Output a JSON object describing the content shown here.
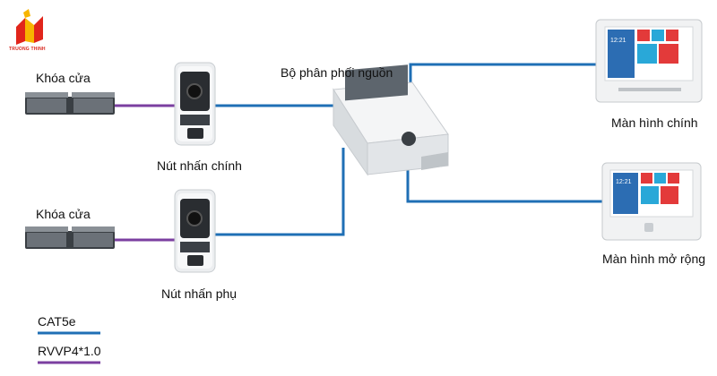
{
  "logo": {
    "text": "TRUONG THINH",
    "colors": {
      "red": "#e1251b",
      "yellow": "#f7b500"
    }
  },
  "labels": {
    "lock_top": "Khóa cửa",
    "lock_bottom": "Khóa cửa",
    "main_button": "Nút nhấn chính",
    "sub_button": "Nút nhấn phụ",
    "power_distributor": "Bộ phân phối nguồn",
    "main_screen": "Màn hình chính",
    "ext_screen": "Màn hình mở rộng"
  },
  "screen_ui": {
    "time": "12:21"
  },
  "legend": [
    {
      "label": "CAT5e",
      "color": "#1f6fb5"
    },
    {
      "label": "RVVP4*1.0",
      "color": "#7b3fa0"
    }
  ],
  "colors": {
    "cat5e": "#1f6fb5",
    "rvvp": "#7b3fa0"
  }
}
